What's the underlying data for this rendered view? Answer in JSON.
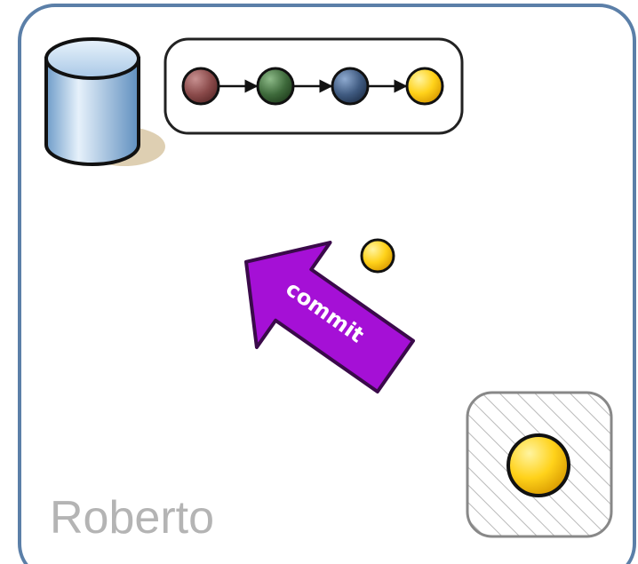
{
  "workspace": {
    "owner_name": "Roberto",
    "frame_color": "#5b7fa8"
  },
  "repository": {
    "icon": "database-icon",
    "history": [
      {
        "id": "c1",
        "color": "#8a4a4a",
        "icon": "commit-node-icon"
      },
      {
        "id": "c2",
        "color": "#3e6a3b",
        "icon": "commit-node-icon"
      },
      {
        "id": "c3",
        "color": "#3f5a80",
        "icon": "commit-node-icon"
      },
      {
        "id": "c4",
        "color": "#f5c400",
        "icon": "commit-node-icon"
      }
    ]
  },
  "action": {
    "label": "commit",
    "color": "#a510d6"
  },
  "pending_change": {
    "color": "#f5c400",
    "icon": "change-dot-icon"
  },
  "working_copy": {
    "color": "#f5c400",
    "icon": "hatched-box-icon"
  }
}
